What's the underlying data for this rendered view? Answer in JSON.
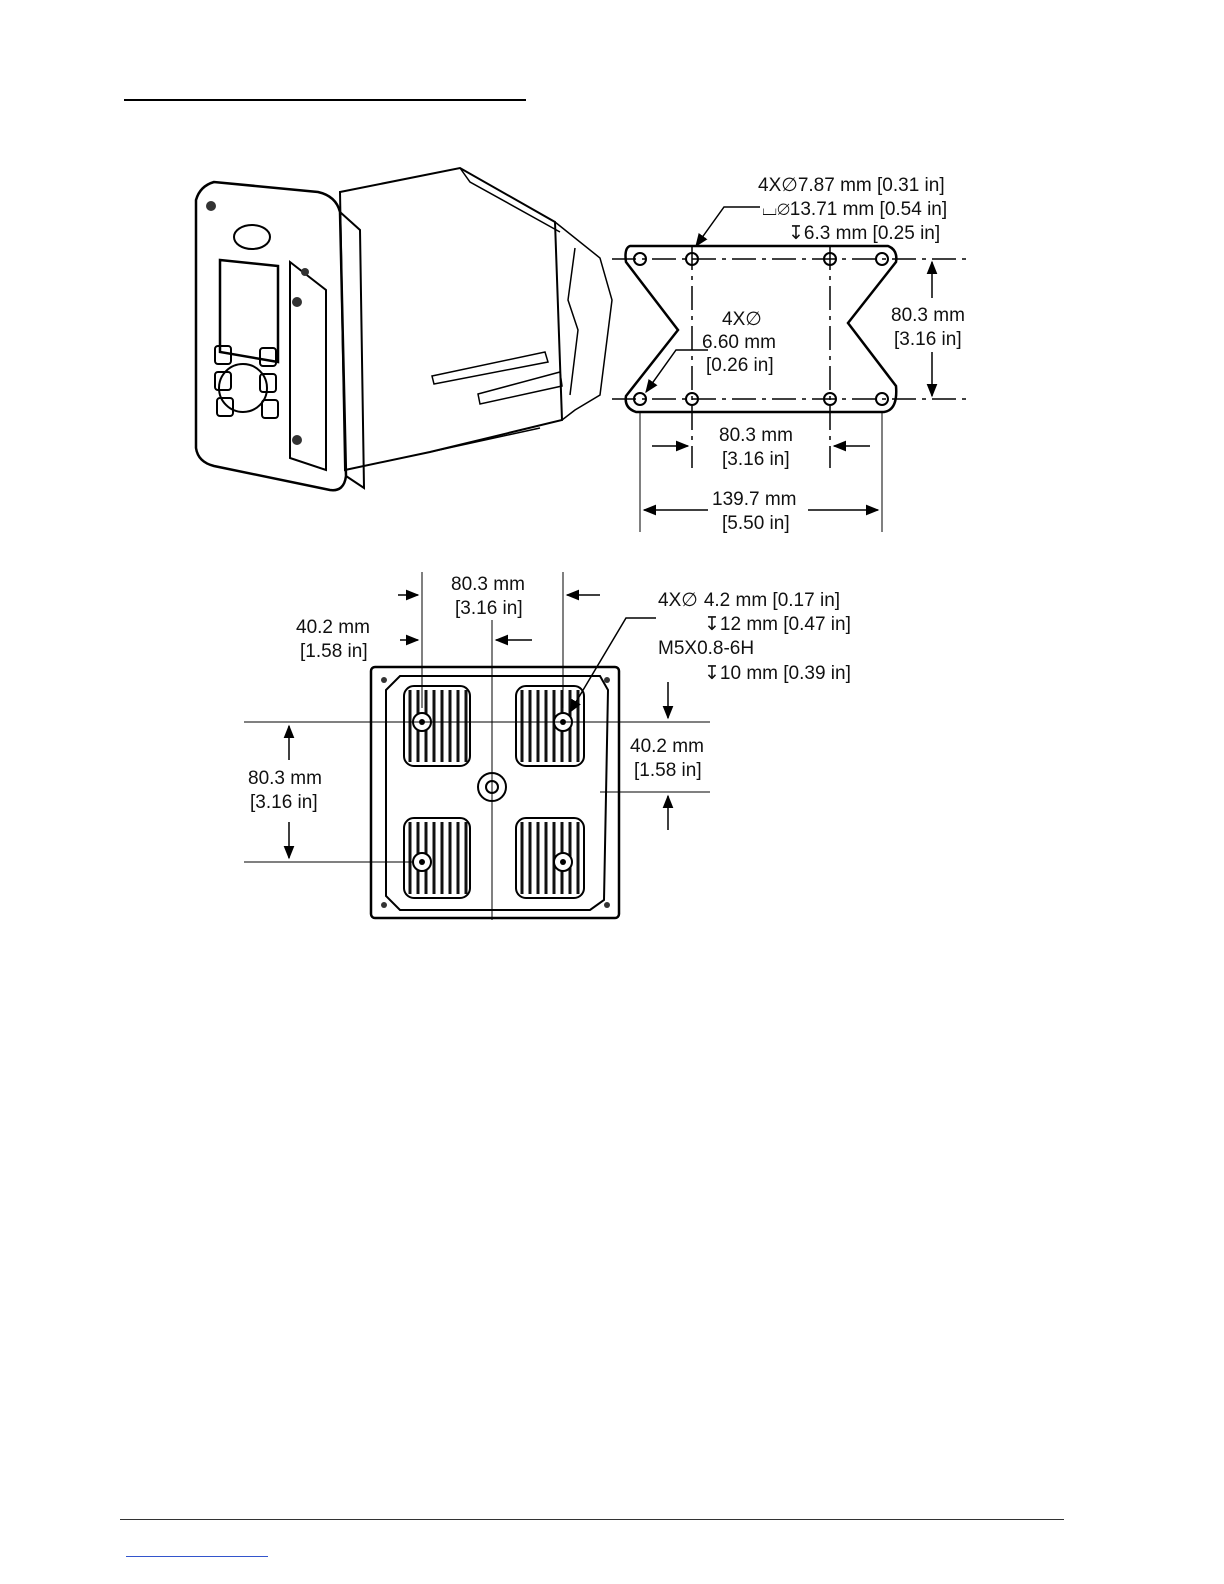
{
  "bracket_holes": {
    "line1_prefix": "4X",
    "line1_value": "7.87 mm [0.31 in]",
    "line2_value": "13.71 mm [0.54 in]",
    "line3_value": "6.3 mm [0.25 in]"
  },
  "bracket_slots": {
    "prefix": "4X",
    "value_mm": "6.60 mm",
    "value_in": "[0.26 in]"
  },
  "bracket_vertical_spacing": {
    "mm": "80.3 mm",
    "in": "[3.16 in]"
  },
  "bracket_horizontal_spacing": {
    "mm": "80.3 mm",
    "in": "[3.16 in]"
  },
  "bracket_overall_width": {
    "mm": "139.7 mm",
    "in": "[5.50 in]"
  },
  "back_top_spacing": {
    "mm": "80.3 mm",
    "in": "[3.16 in]"
  },
  "back_left_offset": {
    "mm": "40.2 mm",
    "in": "[1.58 in]"
  },
  "back_holes": {
    "line1_prefix": "4X",
    "line1_value": "4.2 mm [0.17 in]",
    "line2_value": "12 mm [0.47 in]",
    "line3": "M5X0.8-6H",
    "line4_value": "10 mm [0.39 in]"
  },
  "back_right_offset": {
    "mm": "40.2 mm",
    "in": "[1.58 in]"
  },
  "back_left_spacing": {
    "mm": "80.3 mm",
    "in": "[3.16 in]"
  },
  "symbols": {
    "diameter": "∅",
    "depth": "↧",
    "counterbore": "⌴"
  }
}
